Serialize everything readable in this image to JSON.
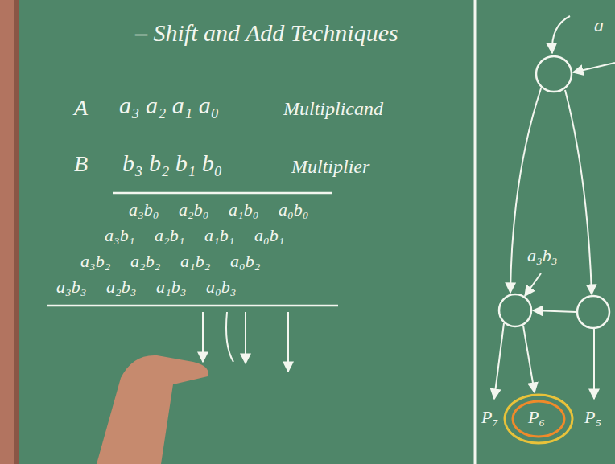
{
  "diagram": {
    "title": "– Shift and Add Techniques",
    "labels": [
      "A",
      "a₃ a₂ a₁ a₀",
      "Multiplicand",
      "B",
      "b₃ b₂ b₁ b₀",
      "Multiplier",
      "a₃b₀",
      "a₂b₀",
      "a₁b₀",
      "a₀b₀",
      "a₃b₁",
      "a₂b₁",
      "a₁b₁",
      "a₀b₁",
      "a₃b₂",
      "a₂b₂",
      "a₁b₂",
      "a₀b₂",
      "a₃b₃",
      "a₂b₃",
      "a₁b₃",
      "a₀b₃",
      "a₃b₃",
      "a",
      "P₇",
      "P₆",
      "P₅"
    ]
  }
}
